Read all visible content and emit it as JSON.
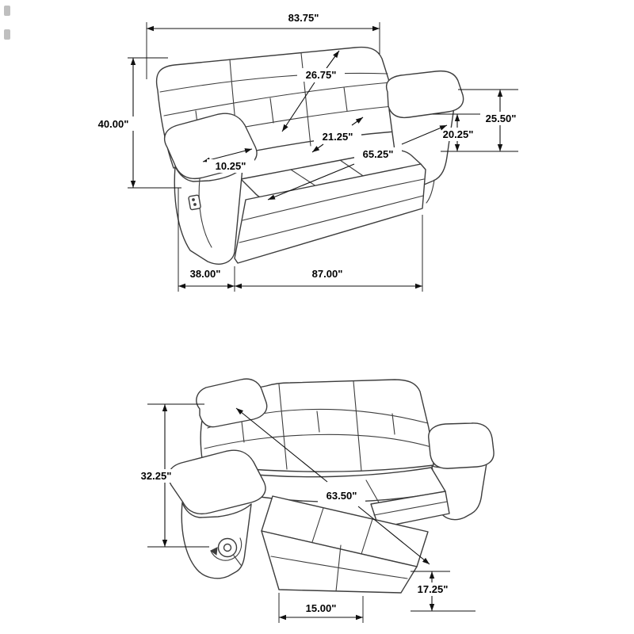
{
  "diagram": {
    "background": "#ffffff",
    "line_color": "#3d3d3d",
    "dimension_color": "#111111",
    "top": {
      "dims": {
        "width_top": "83.75\"",
        "back_height": "26.75\"",
        "height": "40.00\"",
        "arm_height": "25.50\"",
        "seat_height": "20.25\"",
        "seat_depth": "21.25\"",
        "arm_width": "10.25\"",
        "seat_width": "65.25\"",
        "depth": "38.00\"",
        "width_front": "87.00\""
      }
    },
    "bottom": {
      "dims": {
        "reclined_height": "32.25\"",
        "reclined_length": "63.50\"",
        "footrest_height": "17.25\"",
        "footrest_width": "15.00\""
      }
    }
  }
}
